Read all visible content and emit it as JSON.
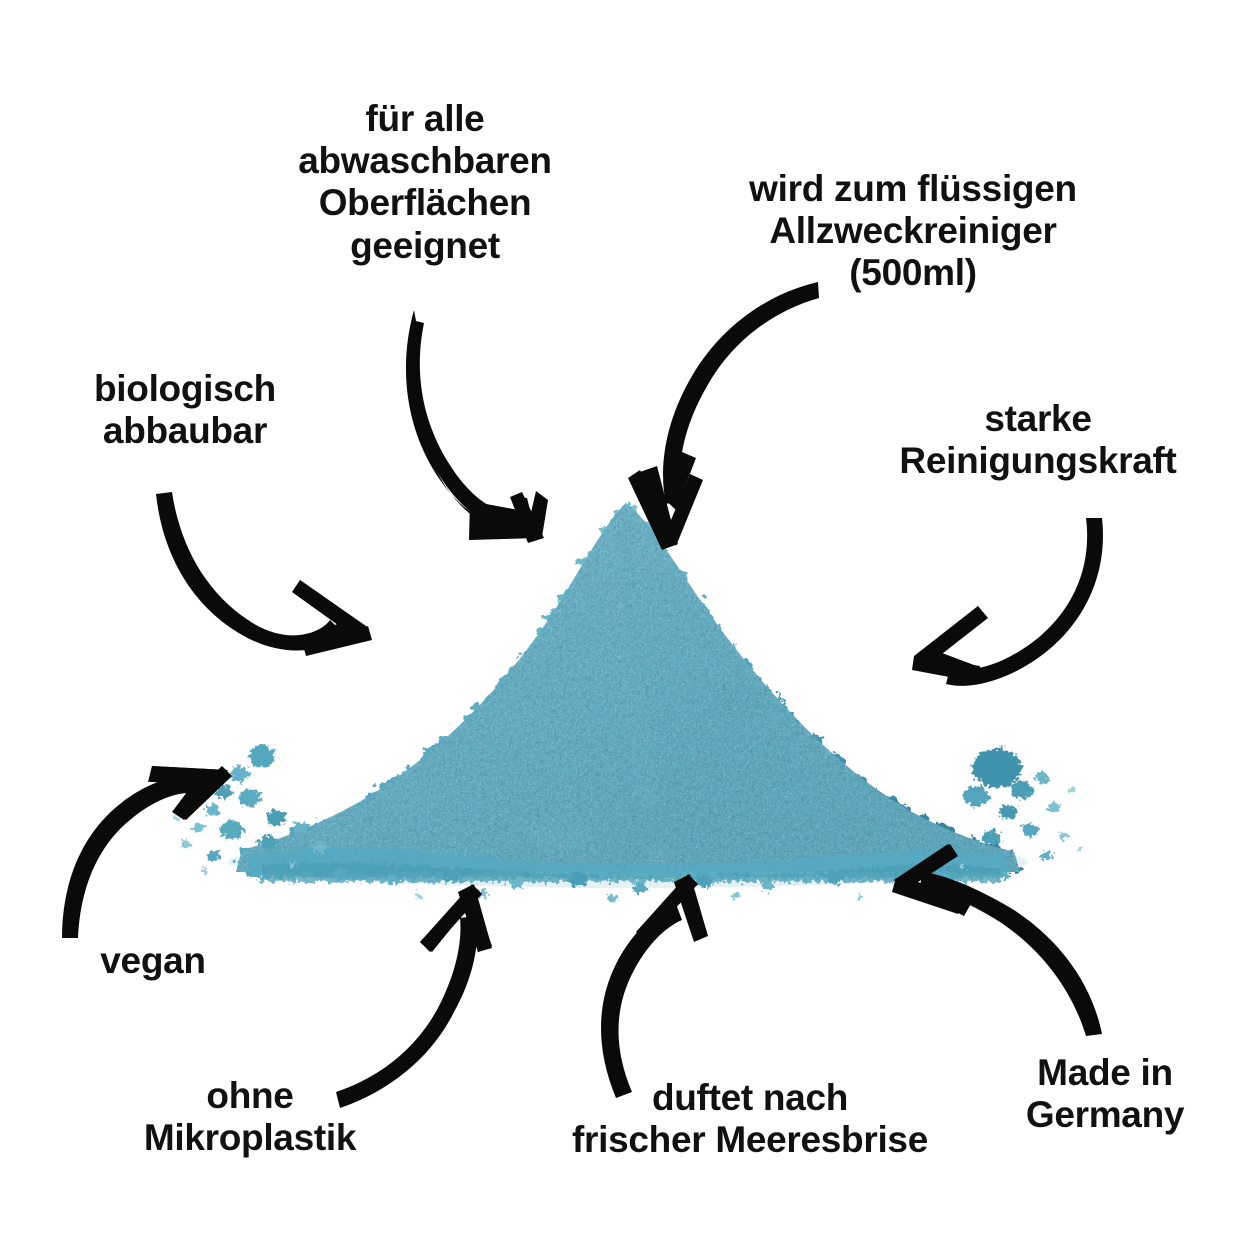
{
  "image": {
    "title": "Reinigungspulver Produkt-Infografik",
    "background_color": "#ffffff",
    "text_color": "#111111",
    "arrow_color": "#0a0a0a"
  },
  "product": {
    "name": "Reinigungspulver",
    "powder_colors": {
      "base": "#4a9db5",
      "light": "#8ecddb",
      "highlight": "#b8e2ea",
      "dark": "#2e7a94",
      "deep": "#1d5f78"
    }
  },
  "callouts": [
    {
      "id": "surfaces",
      "text": "für alle\nabwaschbaren\nOberflächen\ngeeignet",
      "position": "top-left-center"
    },
    {
      "id": "liquid",
      "text": "wird zum flüssigen\nAllzweckreiniger\n(500ml)",
      "position": "top-right-center"
    },
    {
      "id": "biodegradable",
      "text": "biologisch\nabbaubar",
      "position": "left-upper"
    },
    {
      "id": "strong",
      "text": "starke\nReinigungskraft",
      "position": "right-upper"
    },
    {
      "id": "vegan",
      "text": "vegan",
      "position": "left-lower"
    },
    {
      "id": "no-microplastic",
      "text": "ohne\nMikroplastik",
      "position": "bottom-left"
    },
    {
      "id": "scent",
      "text": "duftet nach\nfrischer Meeresbrise",
      "position": "bottom-center"
    },
    {
      "id": "made-in-germany",
      "text": "Made in\nGermany",
      "position": "bottom-right"
    }
  ],
  "arrows": [
    {
      "id": "arrow-surfaces",
      "points_to": "powder-pile",
      "direction": "down-right"
    },
    {
      "id": "arrow-liquid",
      "points_to": "powder-pile",
      "direction": "down-left"
    },
    {
      "id": "arrow-biodegradable",
      "points_to": "powder-pile",
      "direction": "down-right"
    },
    {
      "id": "arrow-strong",
      "points_to": "powder-pile",
      "direction": "down-left"
    },
    {
      "id": "arrow-vegan",
      "points_to": "powder-pile",
      "direction": "up-right"
    },
    {
      "id": "arrow-no-microplastic",
      "points_to": "powder-pile",
      "direction": "up-right"
    },
    {
      "id": "arrow-scent",
      "points_to": "powder-pile",
      "direction": "up-right"
    },
    {
      "id": "arrow-made-in-germany",
      "points_to": "powder-pile",
      "direction": "up-left"
    }
  ]
}
